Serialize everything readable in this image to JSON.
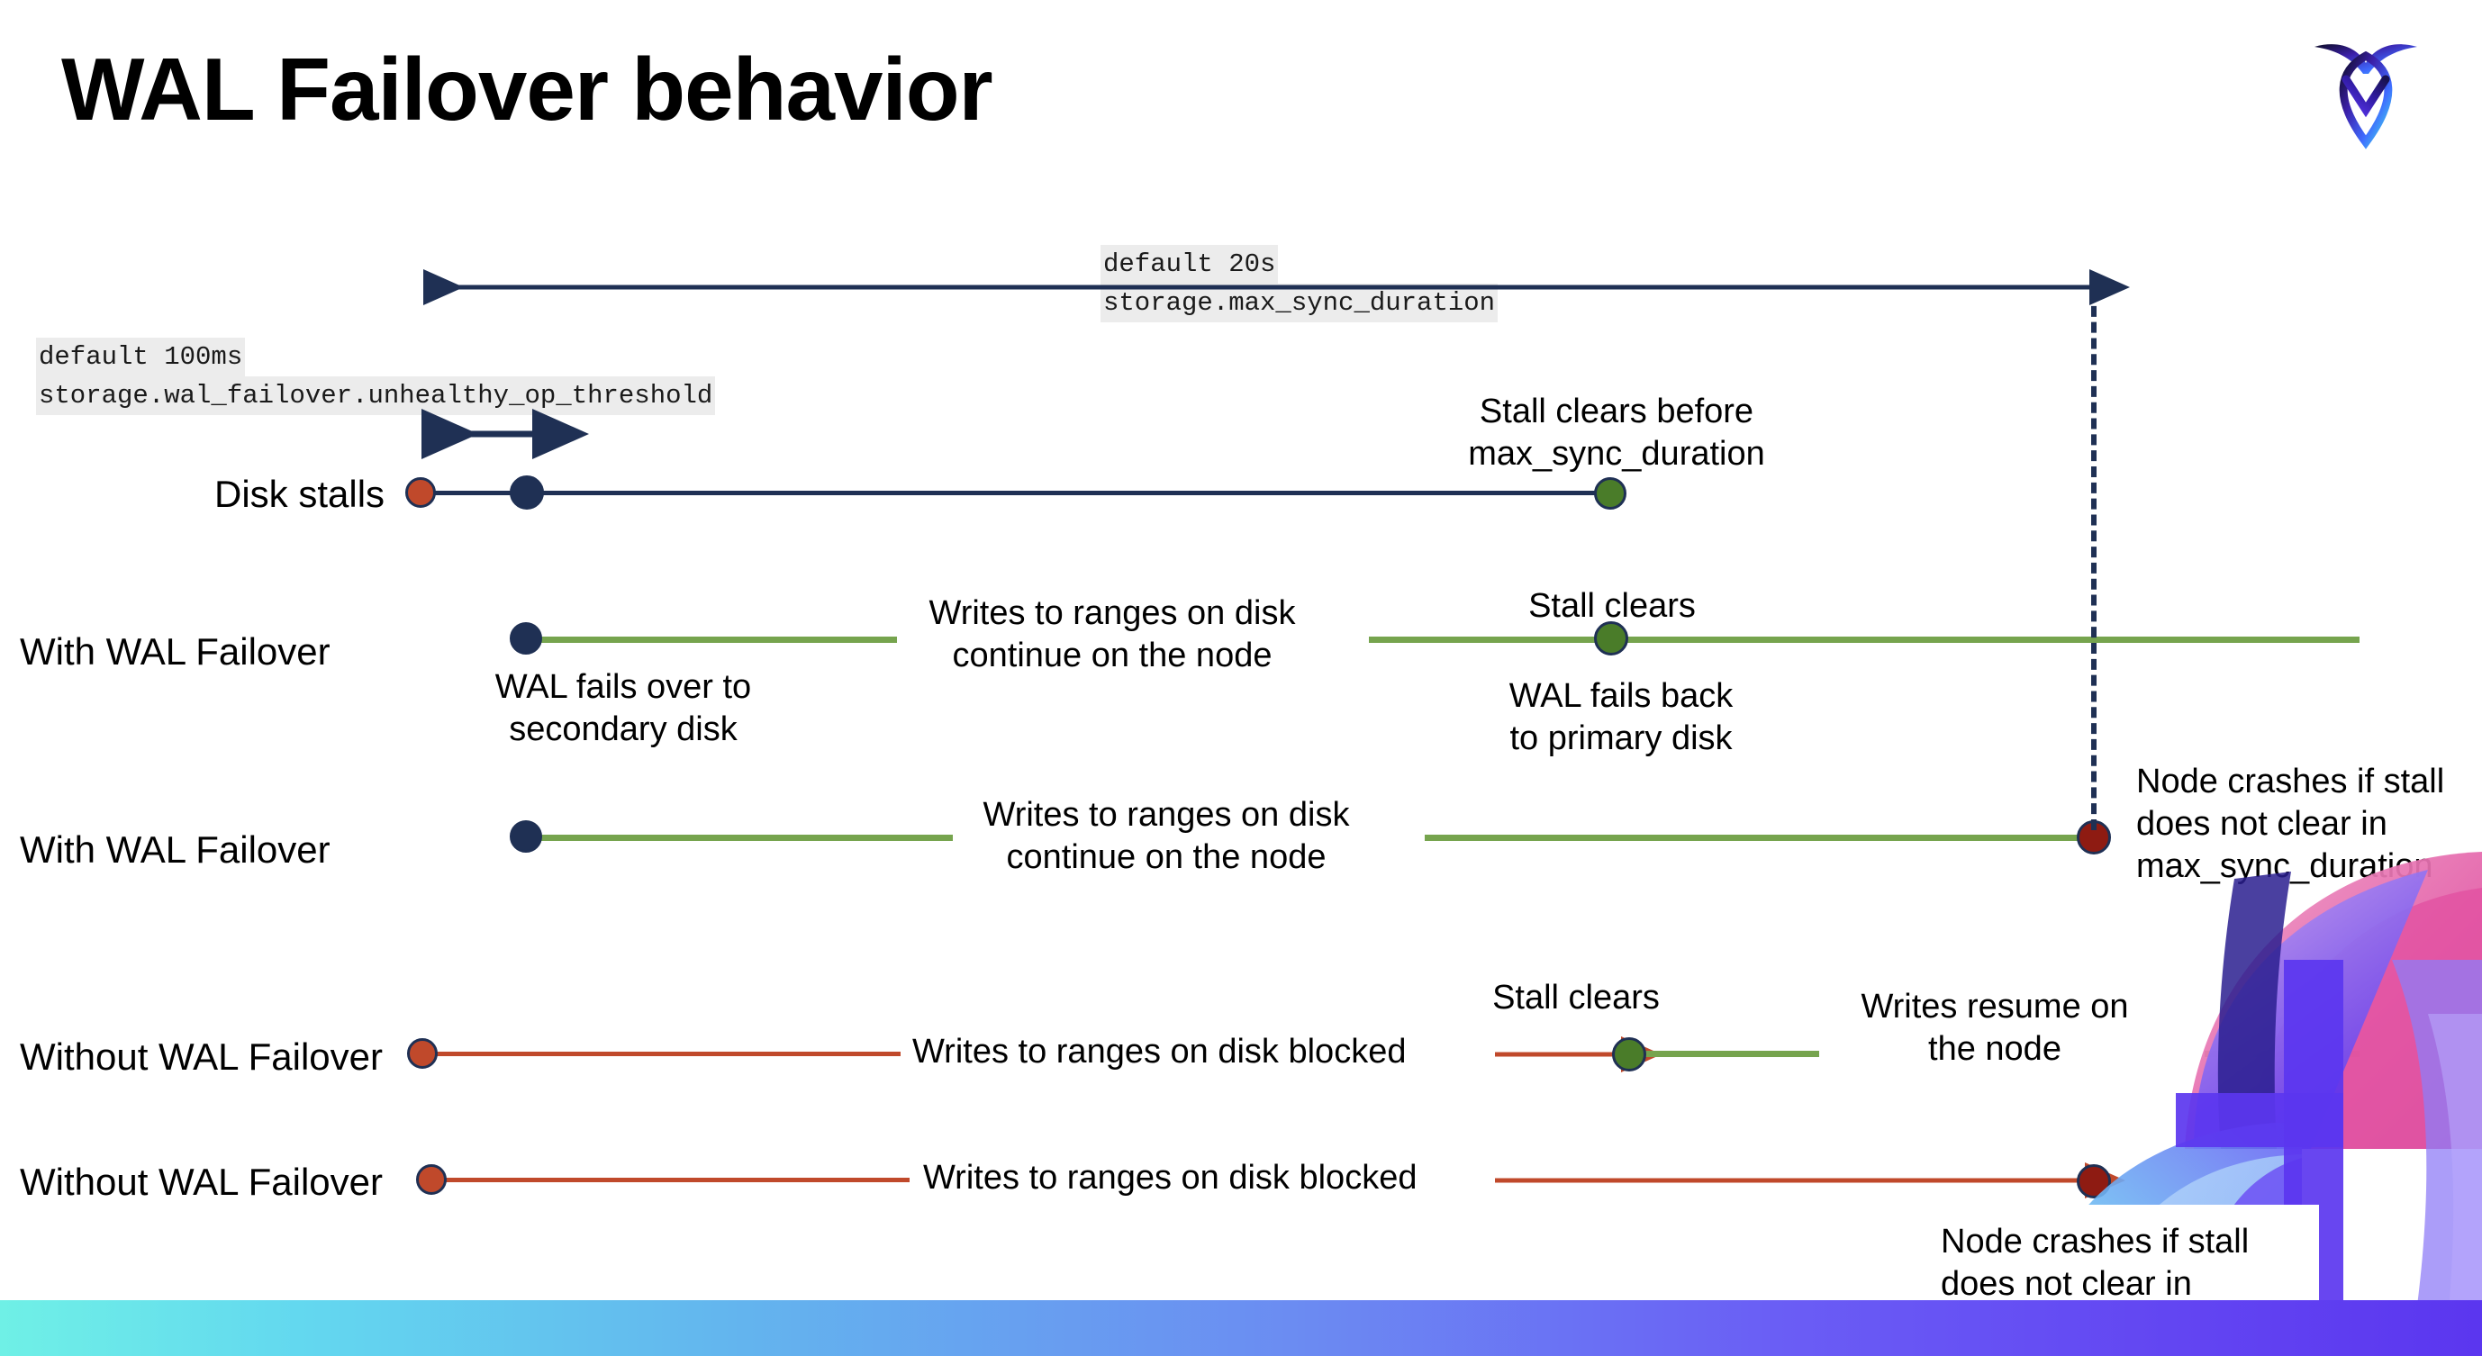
{
  "slide": {
    "title": "WAL Failover behavior",
    "logo_name": "cockroachdb-logo"
  },
  "config_labels": {
    "max_sync": {
      "default": "default 20s",
      "setting": "storage.max_sync_duration"
    },
    "unhealthy_threshold": {
      "default": "default 100ms",
      "setting": "storage.wal_failover.unhealthy_op_threshold"
    }
  },
  "rows": {
    "disk_stalls": {
      "label": "Disk stalls",
      "note": "Stall clears before\nmax_sync_duration"
    },
    "with_failover_1": {
      "label": "With WAL Failover",
      "note_start": "WAL fails over to\nsecondary disk",
      "note_mid": "Writes to ranges on disk\ncontinue on the node",
      "note_clear": "Stall clears",
      "note_end": "WAL fails  back\nto primary disk"
    },
    "with_failover_2": {
      "label": "With WAL Failover",
      "note_mid": "Writes to ranges on disk\ncontinue on the node",
      "note_crash": "Node crashes if stall\ndoes not clear in\nmax_sync_duration"
    },
    "without_failover_1": {
      "label": "Without WAL Failover",
      "note_mid": "Writes to ranges on disk  blocked",
      "note_clear": "Stall clears",
      "note_resume": "Writes resume on\nthe node"
    },
    "without_failover_2": {
      "label": "Without WAL Failover",
      "note_mid": "Writes to ranges on disk  blocked",
      "note_crash": "Node crashes if stall\ndoes not clear in\nmax_sync_duration"
    }
  },
  "colors": {
    "navy": "#1f3054",
    "green_line": "#76a44e",
    "green_dot": "#4a7c29",
    "red_line": "#c0492b",
    "red_dot": "#c0492b",
    "dark_red_dot": "#8e1b12",
    "chip_bg": "#ececec"
  }
}
